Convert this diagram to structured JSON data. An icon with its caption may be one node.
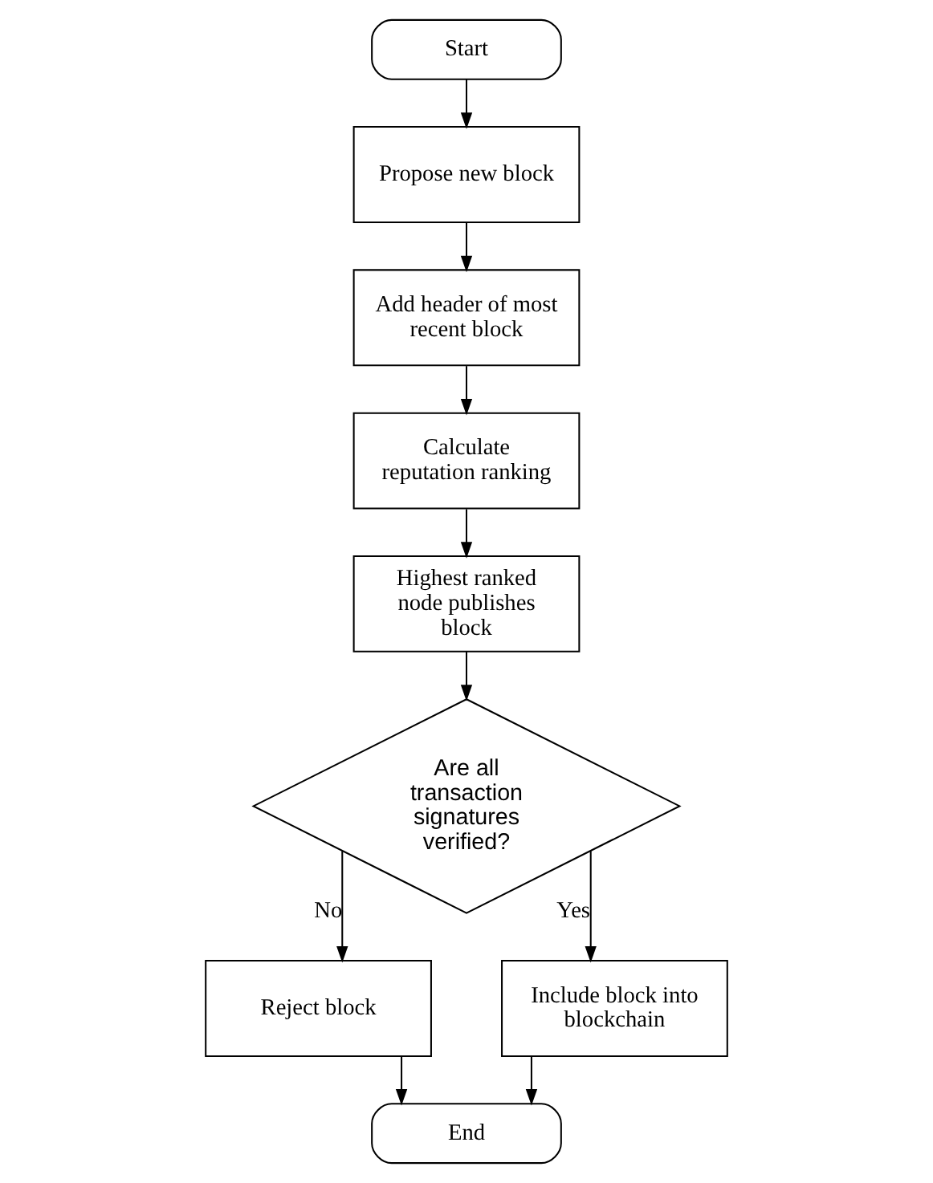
{
  "diagram": {
    "nodes": [
      {
        "text": [
          "Start"
        ]
      },
      {
        "text": [
          "Propose new block"
        ]
      },
      {
        "text": [
          "Add header of most recent block"
        ]
      },
      {
        "text": [
          "Calculate reputation ranking"
        ]
      },
      {
        "text": [
          "Highest ranked node publishes block"
        ]
      },
      {
        "text": [
          "Are all transaction signatures verified?"
        ]
      },
      {
        "text": [
          "Reject block"
        ]
      },
      {
        "text": [
          "Include block into blockchain"
        ]
      },
      {
        "text": [
          "End"
        ]
      }
    ],
    "edges": [
      {
        "from": 0,
        "to": 1,
        "arrow": "to"
      },
      {
        "from": 1,
        "to": 2,
        "arrow": "to"
      },
      {
        "from": 2,
        "to": 3,
        "arrow": "to"
      },
      {
        "from": 3,
        "to": 4,
        "arrow": "to"
      },
      {
        "from": 4,
        "to": 5,
        "arrow": "to"
      },
      {
        "from": 5,
        "to": 6,
        "arrow": "to",
        "label": "No"
      },
      {
        "from": 5,
        "to": 7,
        "arrow": "to",
        "label": "Yes"
      },
      {
        "from": 6,
        "to": 8,
        "arrow": "to"
      },
      {
        "from": 7,
        "to": 8,
        "arrow": "to"
      }
    ]
  }
}
